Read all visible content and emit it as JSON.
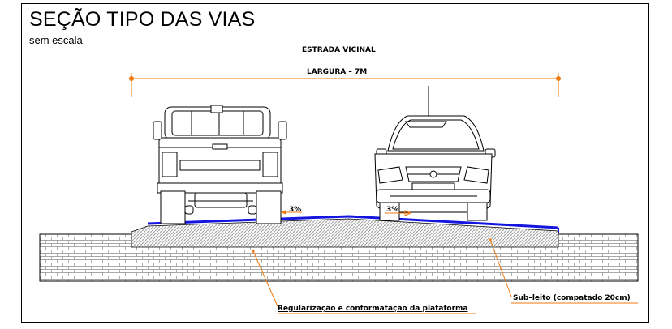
{
  "drawing": {
    "title": "SEÇÃO TIPO DAS VIAS",
    "scale_note": "sem  escala",
    "road_type": "ESTRADA VICINAL",
    "road_width": "LARGURA  –  7M",
    "slope_left": "3%",
    "slope_right": "3%",
    "callout_subgrade": "Sub–leito (compatado 20cm)",
    "callout_platform": "Regularização  e  conformatação  da  plataforma"
  },
  "colors": {
    "dimension_line": "#f0790e",
    "pavement": "#1515e0",
    "line": "#000000",
    "hatch": "#8c8c8c"
  },
  "icons": [
    "pickup-truck-rear-icon",
    "car-front-icon"
  ]
}
